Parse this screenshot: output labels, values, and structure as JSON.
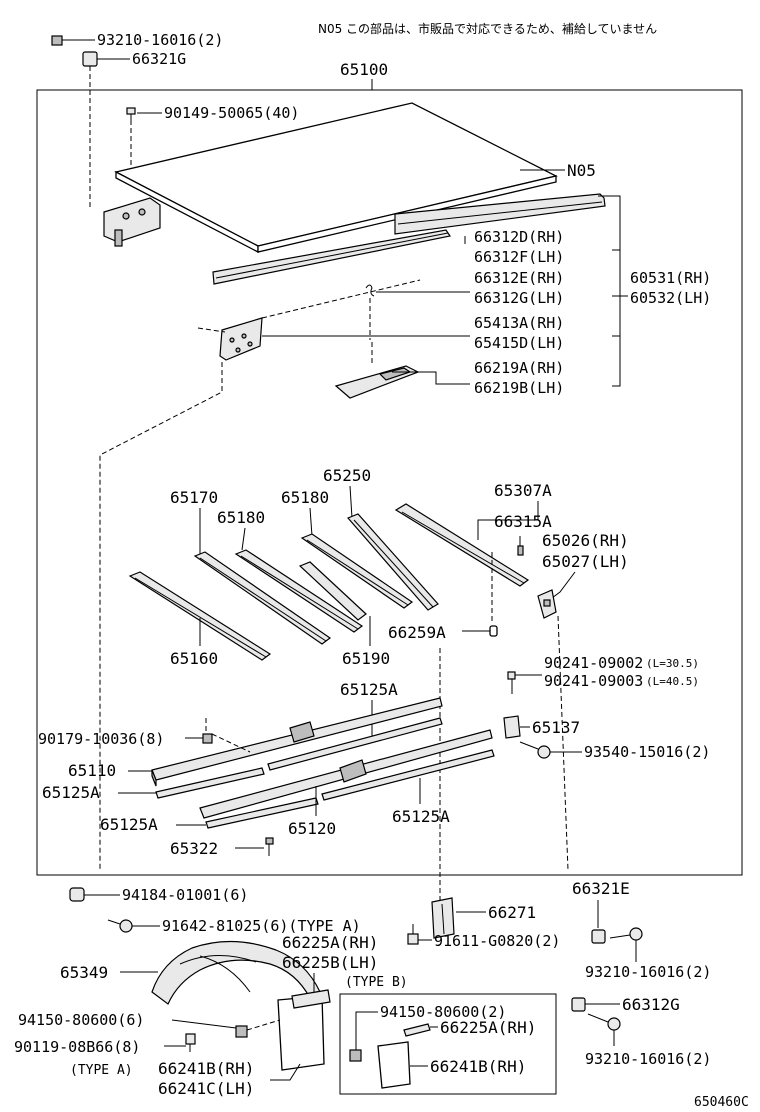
{
  "note": "N05  この部品は、市販品で対応できるため、補給していません",
  "assembly": "65100",
  "figure_code": "650460C",
  "labels": {
    "p93210_16016_2_top": "93210-16016(2)",
    "p66321G": "66321G",
    "p90149": "90149-50065(40)",
    "pN05": "N05",
    "p66312D": "66312D(RH)",
    "p66312F": "66312F(LH)",
    "p66312E": "66312E(RH)",
    "p66312G_lh": "66312G(LH)",
    "p60531": "60531(RH)",
    "p60532": "60532(LH)",
    "p65413A": "65413A(RH)",
    "p65415D": "65415D(LH)",
    "p66219A": "66219A(RH)",
    "p66219B": "66219B(LH)",
    "p65250": "65250",
    "p65170": "65170",
    "p65180a": "65180",
    "p65180b": "65180",
    "p65307A": "65307A",
    "p66315A": "66315A",
    "p65026": "65026(RH)",
    "p65027": "65027(LH)",
    "p66259A": "66259A",
    "p65160": "65160",
    "p65190": "65190",
    "p90241_09002": "90241-09002",
    "p90241_09002_len": "(L=30.5)",
    "p90241_09003": "90241-09003",
    "p90241_09003_len": "(L=40.5)",
    "p65125A_top": "65125A",
    "p90179": "90179-10036(8)",
    "p65137": "65137",
    "p65110": "65110",
    "p93540": "93540-15016(2)",
    "p65125A_left": "65125A",
    "p65125A_bot": "65125A",
    "p65120": "65120",
    "p65125A_right": "65125A",
    "p65322": "65322",
    "p94184": "94184-01001(6)",
    "p91642": "91642-81025(6)(TYPE  A)",
    "p66271": "66271",
    "p66321E": "66321E",
    "p66225A_rh": "66225A(RH)",
    "p66225B_lh": "66225B(LH)",
    "p91611": "91611-G0820(2)",
    "p65349": "65349",
    "p93210_16016_2_mid": "93210-16016(2)",
    "p_typeB": "(TYPE  B)",
    "p66312G": "66312G",
    "p94150_6": "94150-80600(6)",
    "p94150_2": "94150-80600(2)",
    "p66225A_b": "66225A(RH)",
    "p90119": "90119-08B66(8)",
    "p93210_16016_2_bot": "93210-16016(2)",
    "p66241B_a": "66241B(RH)",
    "p66241B_b": "66241B(RH)",
    "p_typeA": "(TYPE  A)",
    "p66241C": "66241C(LH)"
  }
}
